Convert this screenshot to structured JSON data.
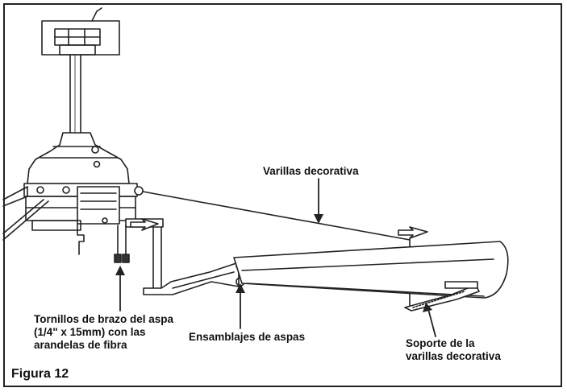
{
  "labels": {
    "varillas": "Varillas decorativa",
    "tornillos_1": "Tornillos de brazo del aspa",
    "tornillos_2": "(1/4\" x 15mm) con las",
    "tornillos_3": "arandelas de fibra",
    "ensamblajes": "Ensamblajes de aspas",
    "soporte_1": "Soporte de la",
    "soporte_2": "varillas decorativa"
  },
  "figure_caption": "Figura 12",
  "colors": {
    "ink": "#222222",
    "background": "#ffffff"
  }
}
